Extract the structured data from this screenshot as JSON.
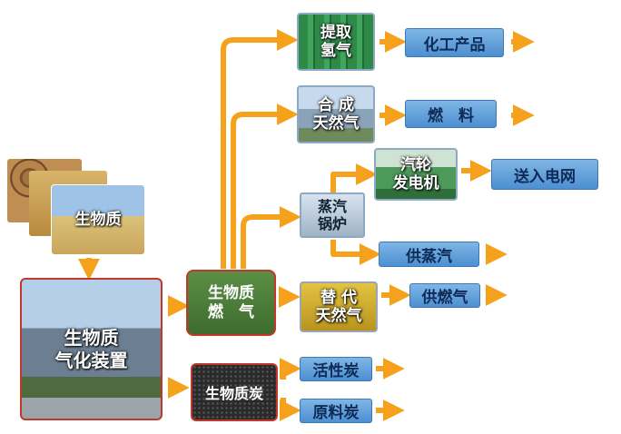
{
  "nodes": {
    "biomass": "生物质",
    "gasifier": "生物质\n气化装置",
    "gas": "生物质\n燃　气",
    "char": "生物质炭",
    "hydrogen": "提取\n氢气",
    "natgas": "合 成\n天然气",
    "boiler": "蒸汽\n锅炉",
    "turbine": "汽轮\n发电机",
    "subnat": "替 代\n天然气",
    "activated": "活性炭",
    "rawchar": "原料炭"
  },
  "outputs": {
    "chemicals": "化工产品",
    "fuel": "燃　料",
    "grid": "送入电网",
    "steam": "供蒸汽",
    "supplygas": "供燃气"
  },
  "colors": {
    "arrow": "#f5a11c",
    "blue_box": "#5b9bd5",
    "gas_box": "#4a7c3a",
    "char_box": "#2d2d2d",
    "frame_red": "#c0392b"
  }
}
